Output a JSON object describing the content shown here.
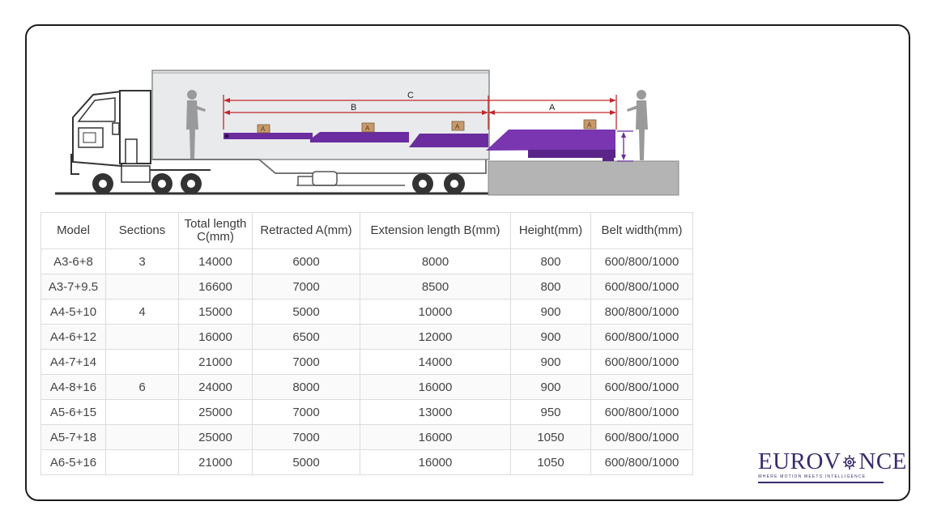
{
  "diagram": {
    "dimension_c": "C",
    "dimension_b": "B",
    "dimension_a": "A",
    "box_label": "A"
  },
  "table": {
    "headers": [
      "Model",
      "Sections",
      "Total length C(mm)",
      "Retracted A(mm)",
      "Extension length B(mm)",
      "Height(mm)",
      "Belt width(mm)"
    ],
    "header_lines": [
      [
        "Model"
      ],
      [
        "Sections"
      ],
      [
        "Total length",
        "C(mm)"
      ],
      [
        "Retracted A(mm)"
      ],
      [
        "Extension length B(mm)"
      ],
      [
        "Height(mm)"
      ],
      [
        "Belt width(mm)"
      ]
    ],
    "rows": [
      [
        "A3-6+8",
        "3",
        "14000",
        "6000",
        "8000",
        "800",
        "600/800/1000"
      ],
      [
        "A3-7+9.5",
        "",
        "16600",
        "7000",
        "8500",
        "800",
        "600/800/1000"
      ],
      [
        "A4-5+10",
        "4",
        "15000",
        "5000",
        "10000",
        "900",
        "800/800/1000"
      ],
      [
        "A4-6+12",
        "",
        "16000",
        "6500",
        "12000",
        "900",
        "600/800/1000"
      ],
      [
        "A4-7+14",
        "",
        "21000",
        "7000",
        "14000",
        "900",
        "600/800/1000"
      ],
      [
        "A4-8+16",
        "6",
        "24000",
        "8000",
        "16000",
        "900",
        "600/800/1000"
      ],
      [
        "A5-6+15",
        "",
        "25000",
        "7000",
        "13000",
        "950",
        "600/800/1000"
      ],
      [
        "A5-7+18",
        "",
        "25000",
        "7000",
        "16000",
        "1050",
        "600/800/1000"
      ],
      [
        "A6-5+16",
        "",
        "21000",
        "5000",
        "16000",
        "1050",
        "600/800/1000"
      ]
    ]
  },
  "logo": {
    "text_left": "EUROV",
    "text_right": "NCE",
    "tagline": "WHERE MOTION MEETS INTELLIGENCE"
  },
  "colors": {
    "conveyor_purple": "#6a2c9e",
    "dimension_red": "#c0282c",
    "dock_gray": "#b4b4b4",
    "brand_navy": "#3a2a6b"
  }
}
